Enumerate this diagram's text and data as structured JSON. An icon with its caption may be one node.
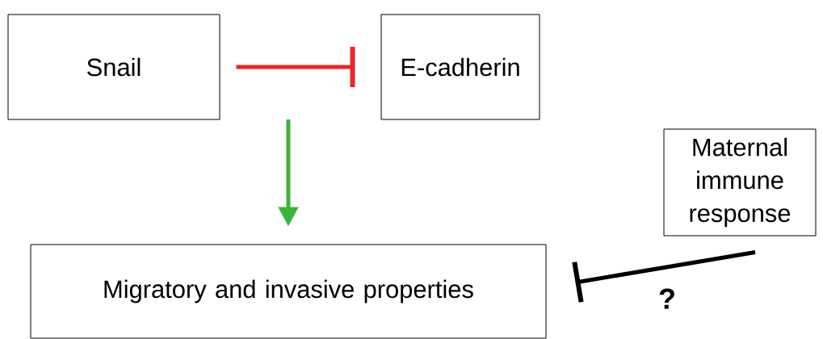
{
  "diagram": {
    "nodes": [
      {
        "text": [
          "Snail"
        ]
      },
      {
        "text": [
          "E-cadherin"
        ]
      },
      {
        "text": [
          "Maternal immune response"
        ]
      },
      {
        "text": [
          "Migratory and invasive properties"
        ]
      }
    ],
    "edges": [
      {
        "from": 0,
        "to": 1,
        "arrow": "other",
        "color": "#e8262b"
      },
      {
        "from": null,
        "to": 3,
        "arrow": "to",
        "color": "#3cb43c"
      },
      {
        "from": 2,
        "to": 3,
        "arrow": "other",
        "label": "?",
        "color": "#000000"
      }
    ]
  }
}
